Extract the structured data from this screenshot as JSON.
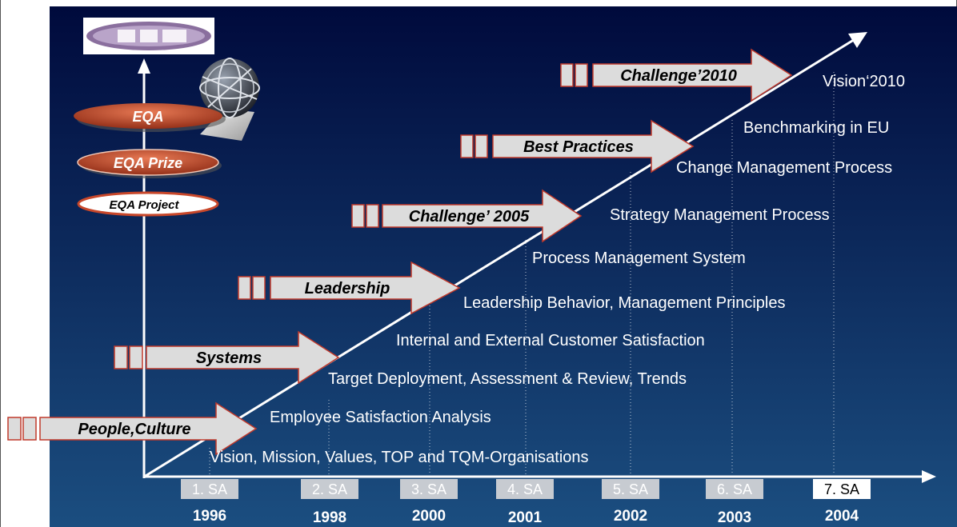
{
  "colors": {
    "background_top": "#000a3c",
    "background_bottom": "#1b4e80",
    "arrow_fill": "#dcdcdc",
    "arrow_stroke": "#c0392b",
    "oval_fill": "#c8472a",
    "text_light": "#ffffff"
  },
  "awards": [
    {
      "label": "EQA",
      "icon": "globe-trophy-icon"
    },
    {
      "label": "EQA Prize"
    },
    {
      "label": "EQA Project"
    }
  ],
  "logo_icon": "organization-logo",
  "phases": [
    {
      "label": "People,Culture"
    },
    {
      "label": "Systems"
    },
    {
      "label": "Leadership"
    },
    {
      "label": "Challenge’ 2005"
    },
    {
      "label": "Best Practices"
    },
    {
      "label": "Challenge’2010"
    }
  ],
  "steps": [
    "Vision, Mission, Values,  TOP and TQM-Organisations",
    "Employee Satisfaction Analysis",
    "Target Deployment, Assessment & Review, Trends",
    "Internal and External Customer Satisfaction",
    "Leadership Behavior, Management Principles",
    "Process Management System",
    "Strategy Management Process",
    "Change Management Process",
    "Benchmarking in EU",
    "Vision‘2010"
  ],
  "assessments": [
    {
      "label": "1. SA",
      "year": "1996"
    },
    {
      "label": "2. SA",
      "year": "1998"
    },
    {
      "label": "3. SA",
      "year": "2000"
    },
    {
      "label": "4. SA",
      "year": "2001"
    },
    {
      "label": "5. SA",
      "year": "2002"
    },
    {
      "label": "6. SA",
      "year": "2003"
    },
    {
      "label": "7. SA",
      "year": "2004"
    }
  ]
}
